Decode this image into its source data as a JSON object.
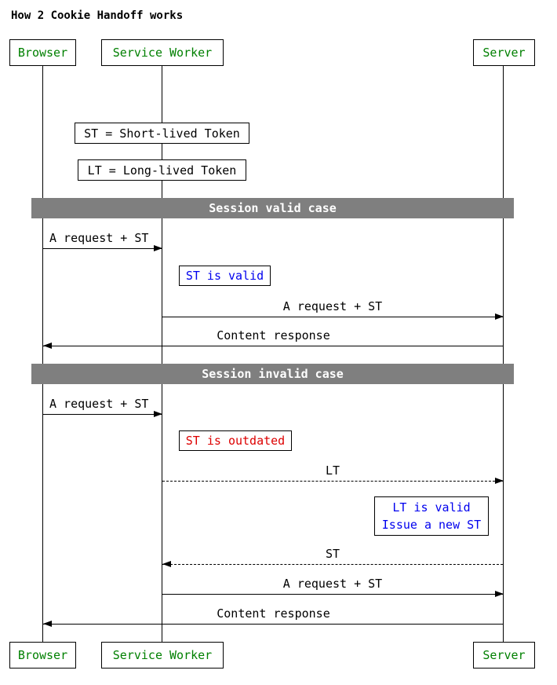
{
  "title": "How 2 Cookie Handoff works",
  "participants": {
    "browser": "Browser",
    "service_worker": "Service Worker",
    "server": "Server"
  },
  "colors": {
    "participant_text": "#008000",
    "note_blue": "#0000ee",
    "note_red": "#dd0000",
    "divider_bg": "#7f7f7f",
    "divider_text": "#ffffff",
    "line_color": "#000000"
  },
  "notes": {
    "st_definition": "ST = Short-lived Token",
    "lt_definition": "LT = Long-lived Token",
    "st_valid": "ST is valid",
    "st_outdated": "ST is outdated",
    "lt_valid_line1": "LT is valid",
    "lt_valid_line2": "Issue a new ST"
  },
  "dividers": {
    "valid_case": "Session valid case",
    "invalid_case": "Session invalid case"
  },
  "messages": {
    "m1": "A request + ST",
    "m2": "A request + ST",
    "m3": "Content response",
    "m4": "A request + ST",
    "m5": "LT",
    "m6": "ST",
    "m7": "A request + ST",
    "m8": "Content response"
  }
}
